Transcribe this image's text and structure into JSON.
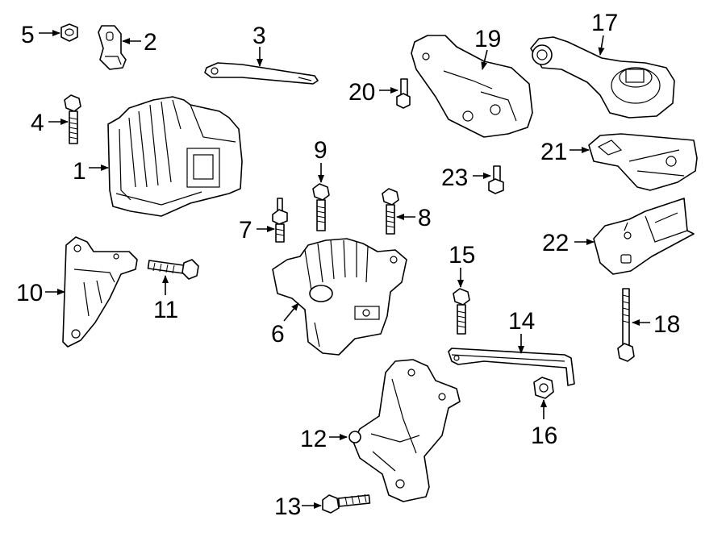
{
  "callouts": {
    "c1": "1",
    "c2": "2",
    "c3": "3",
    "c4": "4",
    "c5": "5",
    "c6": "6",
    "c7": "7",
    "c8": "8",
    "c9": "9",
    "c10": "10",
    "c11": "11",
    "c12": "12",
    "c13": "13",
    "c14": "14",
    "c15": "15",
    "c16": "16",
    "c17": "17",
    "c18": "18",
    "c19": "19",
    "c20": "20",
    "c21": "21",
    "c22": "22",
    "c23": "23"
  },
  "colors": {
    "line": "#000000",
    "background": "#ffffff"
  }
}
